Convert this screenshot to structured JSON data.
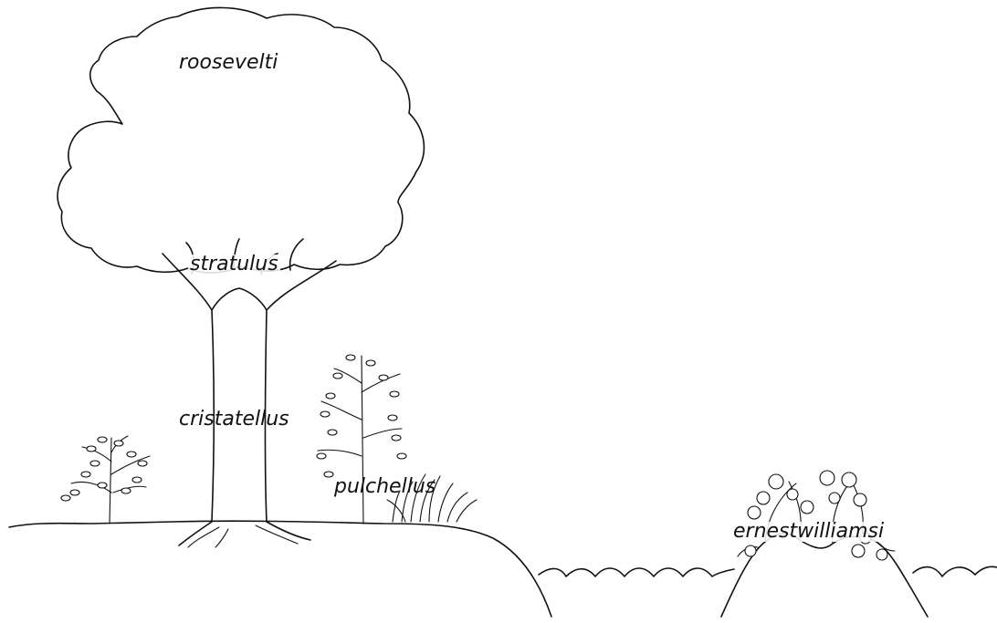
{
  "labels": {
    "roosevelti": "roosevelti",
    "stratulus": "stratulus",
    "cristatellus": "cristatellus",
    "pulchellus": "pulchellus",
    "ernestwilliamsi": "ernestwilliamsi"
  }
}
